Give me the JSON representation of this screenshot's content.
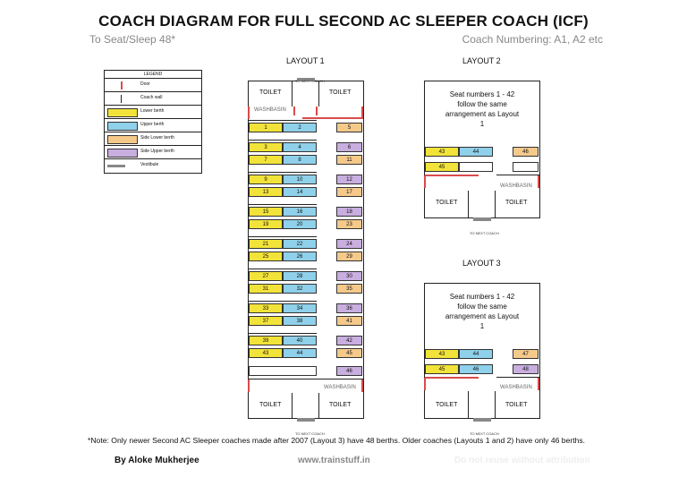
{
  "title": "COACH DIAGRAM FOR FULL SECOND AC SLEEPER COACH (ICF)",
  "subtitle_left": "To Seat/Sleep 48*",
  "subtitle_right": "Coach Numbering: A1, A2 etc",
  "legend": {
    "title": "LEGEND",
    "items": [
      "Door",
      "Coach wall",
      "Lower berth",
      "Upper berth",
      "Side Lower berth",
      "Side Upper berth",
      "Vestibule"
    ]
  },
  "labels": {
    "layout1": "LAYOUT 1",
    "layout2": "LAYOUT 2",
    "layout3": "LAYOUT 3",
    "toilet": "TOILET",
    "washbasin": "WASHBASIN",
    "to_next_coach": "TO NEXT COACH",
    "seat_note_l2": "Seat numbers 1 - 42 follow the same arrangement as Layout 1",
    "seat_note_l3": "Seat numbers 1 - 42 follow the same arrangement as Layout 1"
  },
  "colors": {
    "lower": "#f2e33a",
    "upper": "#8fd0ea",
    "side_lower": "#f5c98a",
    "side_upper": "#c9aee0",
    "door": "#d94b4b",
    "vestibule": "#888888"
  },
  "layout1_bays": [
    {
      "l1": "1",
      "u1": "2",
      "side": "5",
      "sidetype": "o",
      "l2": "",
      "u2": "",
      "side2": "",
      "side2type": ""
    },
    {
      "l1": "3",
      "u1": "4",
      "side": "6",
      "sidetype": "p",
      "l2": "7",
      "u2": "8",
      "side2": "11",
      "side2type": "o"
    },
    {
      "l1": "9",
      "u1": "10",
      "side": "12",
      "sidetype": "p",
      "l2": "13",
      "u2": "14",
      "side2": "17",
      "side2type": "o"
    },
    {
      "l1": "15",
      "u1": "16",
      "side": "18",
      "sidetype": "p",
      "l2": "19",
      "u2": "20",
      "side2": "23",
      "side2type": "o"
    },
    {
      "l1": "21",
      "u1": "22",
      "side": "24",
      "sidetype": "p",
      "l2": "25",
      "u2": "26",
      "side2": "29",
      "side2type": "o"
    },
    {
      "l1": "27",
      "u1": "28",
      "side": "30",
      "sidetype": "p",
      "l2": "31",
      "u2": "32",
      "side2": "35",
      "side2type": "o"
    },
    {
      "l1": "33",
      "u1": "34",
      "side": "36",
      "sidetype": "p",
      "l2": "37",
      "u2": "38",
      "side2": "41",
      "side2type": "o"
    },
    {
      "l1": "39",
      "u1": "40",
      "side": "42",
      "sidetype": "p",
      "l2": "43",
      "u2": "44",
      "side2": "45",
      "side2type": "o"
    }
  ],
  "layout1_extra_side": "46",
  "layout2_cells": {
    "a": "43",
    "b": "44",
    "c": "46",
    "d": "45"
  },
  "layout3_cells": {
    "a": "43",
    "b": "44",
    "c": "47",
    "d": "45",
    "e": "46",
    "f": "48"
  },
  "footnote": "*Note: Only newer Second AC Sleeper coaches made after 2007 (Layout 3) have 48 berths. Older coaches (Layouts 1 and 2) have only 46 berths.",
  "credit_author": "By Aloke Mukherjee",
  "credit_site": "www.trainstuff.in",
  "credit_rights": "Do not reuse without attribution"
}
